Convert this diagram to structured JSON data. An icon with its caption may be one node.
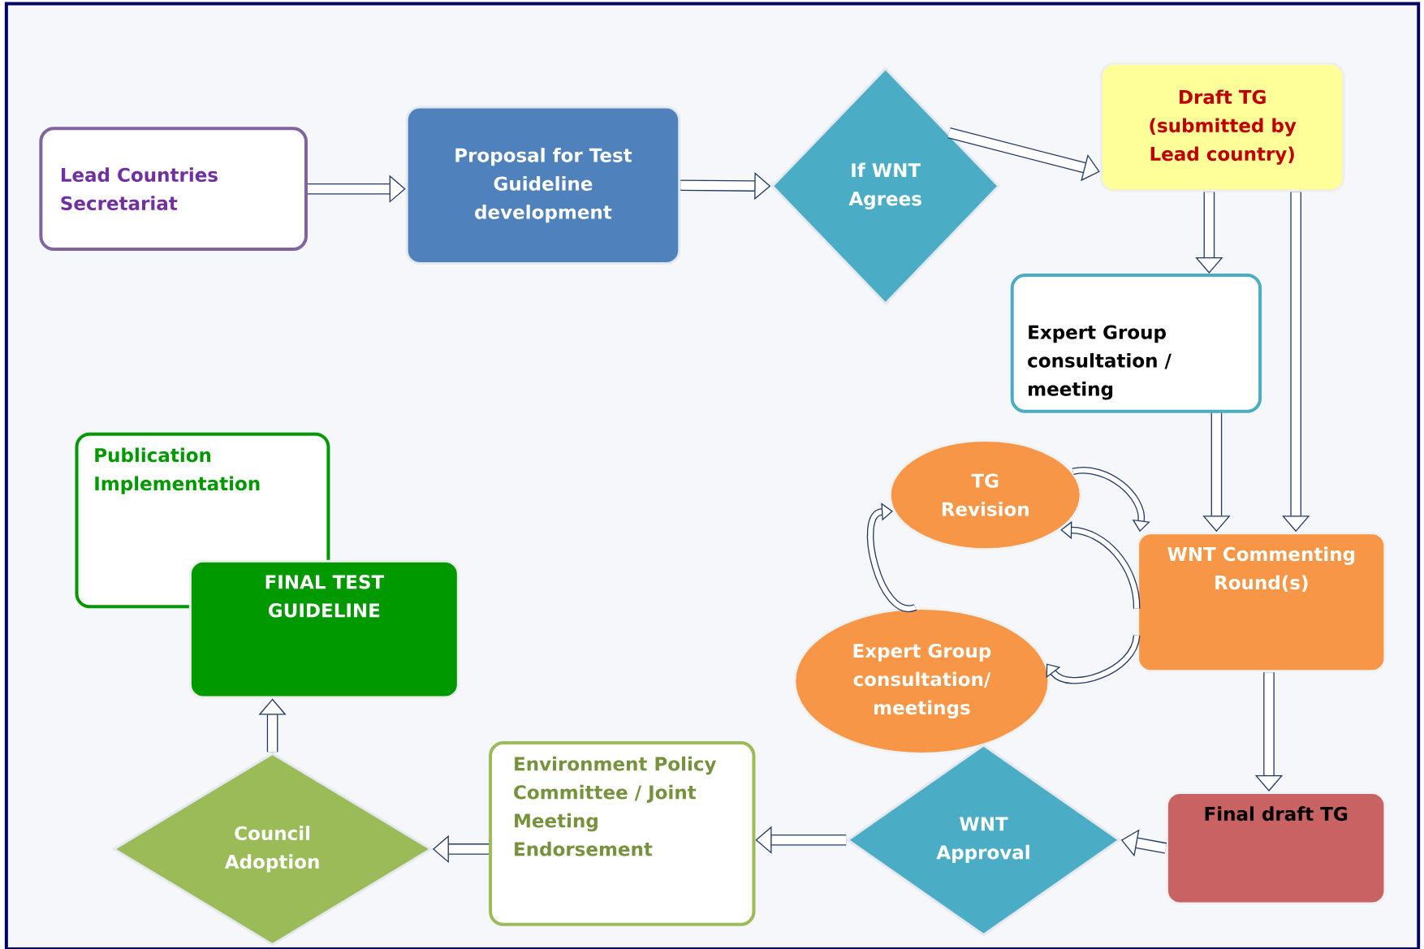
{
  "diagram": {
    "nodes": [
      {
        "text": [
          "Lead Countries Secretariat"
        ]
      },
      {
        "text": [
          "Proposal for Test Guideline development"
        ]
      },
      {
        "text": [
          "If WNT Agrees"
        ]
      },
      {
        "text": [
          "Draft TG (submitted by Lead country)"
        ]
      },
      {
        "text": [
          "Expert Group consultation / meeting"
        ]
      },
      {
        "text": [
          "TG Revision"
        ]
      },
      {
        "text": [
          "WNT Commenting Round(s)"
        ]
      },
      {
        "text": [
          "Expert Group consultation/ meetings"
        ]
      },
      {
        "text": [
          "Final draft TG"
        ]
      },
      {
        "text": [
          "WNT Approval"
        ]
      },
      {
        "text": [
          "Environment Policy Committee / Joint Meeting Endorsement"
        ]
      },
      {
        "text": [
          "Council Adoption"
        ]
      },
      {
        "text": [
          "Publication Implementation"
        ]
      },
      {
        "text": [
          "FINAL TEST GUIDELINE"
        ]
      }
    ],
    "edges": [
      {
        "from": 0,
        "to": 1,
        "arrow": "to"
      },
      {
        "from": 1,
        "to": 2,
        "arrow": "to"
      },
      {
        "from": 2,
        "to": 3,
        "arrow": "to"
      },
      {
        "from": 3,
        "to": 4,
        "arrow": "to"
      },
      {
        "from": 3,
        "to": 6,
        "arrow": "to"
      },
      {
        "from": 4,
        "to": 6,
        "arrow": "to"
      },
      {
        "from": 6,
        "to": 8,
        "arrow": "to"
      },
      {
        "from": 8,
        "to": 9,
        "arrow": "to"
      },
      {
        "from": 9,
        "to": 10,
        "arrow": "to"
      },
      {
        "from": 10,
        "to": 11,
        "arrow": "to"
      },
      {
        "from": 11,
        "to": 13,
        "arrow": "to"
      },
      {
        "from": 5,
        "to": 6,
        "arrow": "to"
      },
      {
        "from": 6,
        "to": 5,
        "arrow": "to"
      },
      {
        "from": 6,
        "to": 7,
        "arrow": "to"
      },
      {
        "from": 7,
        "to": 5,
        "arrow": "to"
      }
    ]
  }
}
